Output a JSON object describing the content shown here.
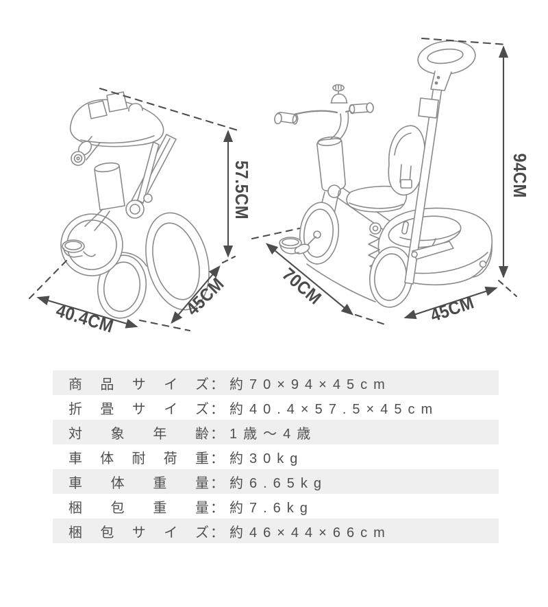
{
  "page": {
    "background": "#ffffff"
  },
  "diagrams": {
    "line_color": "#8a8a8a",
    "dimension_color": "#4d4d4d",
    "folded": {
      "title": "folded-tricycle",
      "height": "57.5CM",
      "width": "40.4CM",
      "depth": "45CM"
    },
    "assembled": {
      "title": "tricycle-with-push-handle",
      "height": "94CM",
      "length": "70CM",
      "width": "45CM"
    }
  },
  "spec_table": {
    "separator": "：",
    "alt_row_background": "#efefef",
    "text_color": "#4f4f4f",
    "rows": [
      {
        "label": "商品サイズ",
        "value": "約70×94×45cm"
      },
      {
        "label": "折畳サイズ",
        "value": "約40.4×57.5×45cm"
      },
      {
        "label": "対象年齢",
        "value": "1歳～4歳"
      },
      {
        "label": "車体耐荷重",
        "value": "約30kg"
      },
      {
        "label": "車体重量",
        "value": "約6.65kg"
      },
      {
        "label": "梱包重量",
        "value": "約7.6kg"
      },
      {
        "label": "梱包サイズ",
        "value": "約46×44×66cm"
      }
    ]
  }
}
